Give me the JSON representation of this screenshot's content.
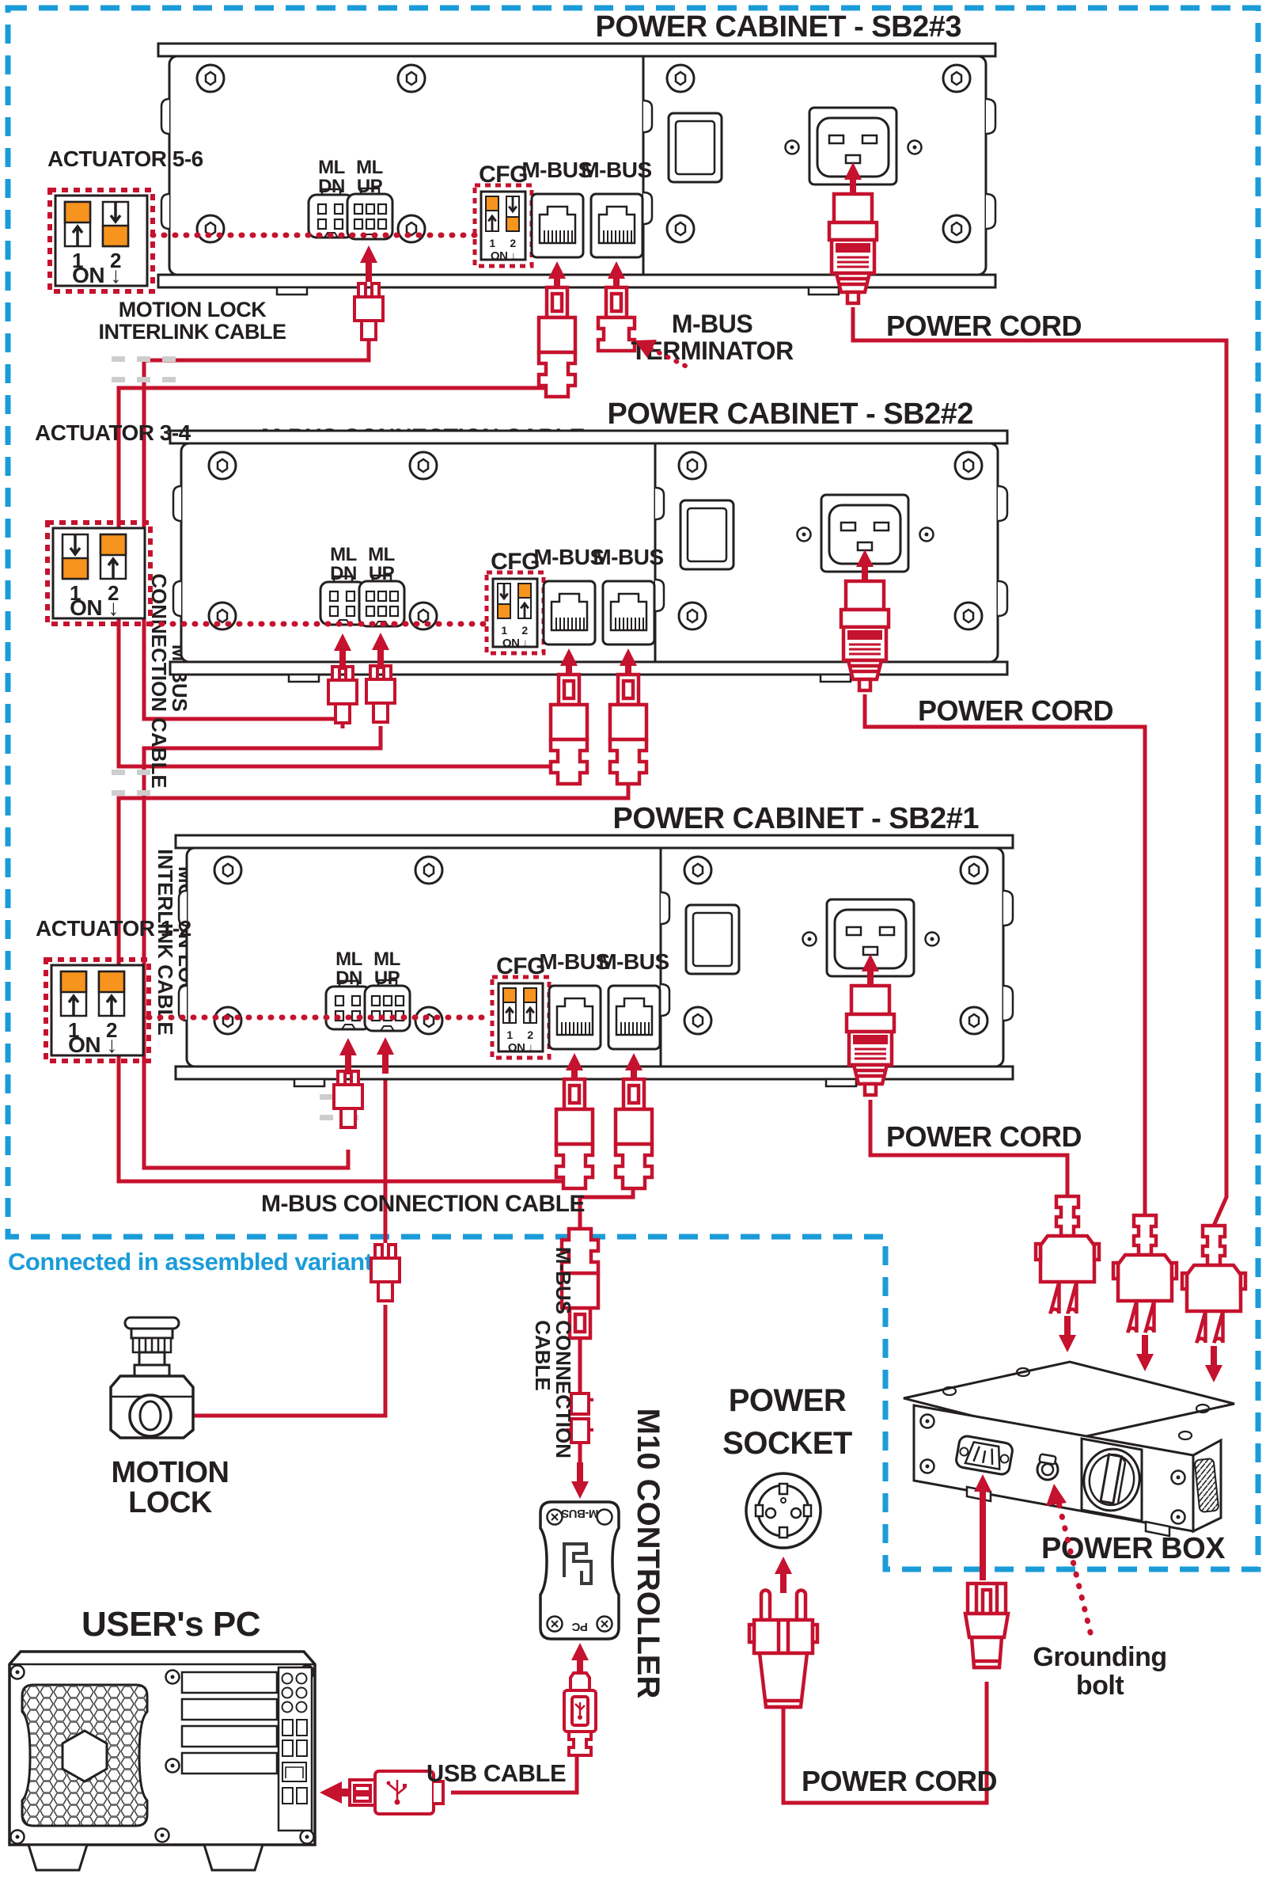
{
  "colors": {
    "red": "#C5122E",
    "blue": "#1B9CD8",
    "orange": "#F7941E",
    "ink": "#231F20",
    "gray": "#C9C9C9"
  },
  "frame": {
    "note": "Connected in assembled variant"
  },
  "cabinets": [
    {
      "title": "POWER CABINET - SB2#3"
    },
    {
      "title": "POWER CABINET - SB2#2"
    },
    {
      "title": "POWER CABINET - SB2#1"
    }
  ],
  "cabinet_labels": {
    "ml_dn_1": "ML",
    "ml_dn_2": "DN",
    "ml_up_1": "ML",
    "ml_up_2": "UP",
    "cfg": "CFG",
    "mbus": "M-BUS",
    "dip_1": "1",
    "dip_2": "2",
    "dip_on": "ON ↓"
  },
  "actuators": [
    {
      "title": "ACTUATOR 5-6"
    },
    {
      "title": "ACTUATOR 3-4"
    },
    {
      "title": "ACTUATOR 1-2"
    }
  ],
  "cables": {
    "ml_interlink_1": "MOTION LOCK",
    "ml_interlink_2": "INTERLINK CABLE",
    "mbus_connection": "M-BUS CONNECTION CABLE",
    "vert_mbus_1": "M-BUS",
    "vert_mbus_2": "CONNECTION CABLE",
    "vert_ml_1": "MOTION LOCK",
    "vert_ml_2": "INTERLINK CABLE",
    "vert_ctrl_1": "M-BUS CONNECTION",
    "vert_ctrl_2": "CABLE",
    "power_cord": "POWER CORD",
    "usb": "USB CABLE"
  },
  "terminator": {
    "l1": "M-BUS",
    "l2": "TERMINATOR"
  },
  "motion_lock": {
    "l1": "MOTION",
    "l2": "LOCK"
  },
  "pc": {
    "title": "USER's PC"
  },
  "controller": {
    "title": "M10 CONTROLLER",
    "port_top": "M-BUS",
    "port_bottom": "PC"
  },
  "power_socket": {
    "l1": "POWER",
    "l2": "SOCKET"
  },
  "power_box": {
    "label": "POWER BOX"
  },
  "grounding": {
    "l1": "Grounding",
    "l2": "bolt"
  }
}
